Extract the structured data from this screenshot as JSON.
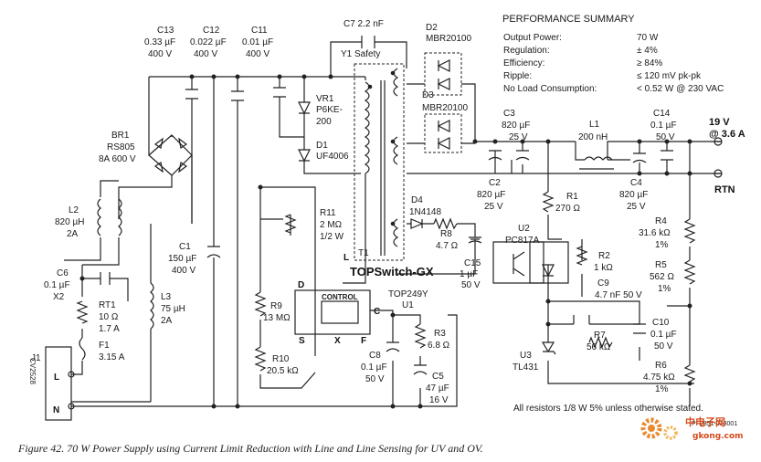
{
  "performance": {
    "title": "PERFORMANCE SUMMARY",
    "rows": [
      {
        "label": "Output Power:",
        "value": "70 W"
      },
      {
        "label": "Regulation:",
        "value": "± 4%"
      },
      {
        "label": "Efficiency:",
        "value": "≥ 84%"
      },
      {
        "label": "Ripple:",
        "value": "≤ 120 mV pk-pk"
      },
      {
        "label": "No Load Consumption:",
        "value": "< 0.52 W @ 230 VAC"
      }
    ]
  },
  "components": {
    "c13": [
      "C13",
      "0.33 µF",
      "400 V"
    ],
    "c12": [
      "C12",
      "0.022 µF",
      "400 V"
    ],
    "c11": [
      "C11",
      "0.01 µF",
      "400 V"
    ],
    "c7": [
      "C7  2.2 nF",
      "Y1 Safety"
    ],
    "d2": [
      "D2",
      "MBR20100"
    ],
    "d3": [
      "D3",
      "MBR20100"
    ],
    "vr1": [
      "VR1",
      "P6KE-",
      "200"
    ],
    "d1": [
      "D1",
      "UF4006"
    ],
    "br1": [
      "BR1",
      "RS805",
      "8A 600 V"
    ],
    "l2": [
      "L2",
      "820 µH",
      "2A"
    ],
    "r11": [
      "R11",
      "2 MΩ",
      "1/2 W"
    ],
    "c6": [
      "C6",
      "0.1 µF",
      "X2"
    ],
    "rt1": [
      "RT1",
      "10 Ω",
      "1.7 A"
    ],
    "f1": [
      "F1",
      "3.15 A"
    ],
    "c1": [
      "C1",
      "150 µF",
      "400 V"
    ],
    "l3": [
      "L3",
      "75 µH",
      "2A"
    ],
    "r9": [
      "R9",
      "13 MΩ"
    ],
    "r10": [
      "R10",
      "20.5 kΩ"
    ],
    "t1": "T1",
    "u1": [
      "TOP249Y",
      "U1"
    ],
    "topswitch": "TOPSwitch-GX",
    "control": "CONTROL",
    "c8": [
      "C8",
      "0.1 µF",
      "50 V"
    ],
    "r3": [
      "R3",
      "6.8 Ω"
    ],
    "c5": [
      "C5",
      "47 µF",
      "16 V"
    ],
    "d4": [
      "D4",
      "1N4148"
    ],
    "r8": [
      "R8",
      "4.7 Ω"
    ],
    "c15": [
      "C15",
      "1 µF",
      "50 V"
    ],
    "c3": [
      "C3",
      "820 µF",
      "25 V"
    ],
    "c2": [
      "C2",
      "820 µF",
      "25 V"
    ],
    "l1": [
      "L1",
      "200 nH"
    ],
    "c14": [
      "C14",
      "0.1 µF",
      "50 V"
    ],
    "c4": [
      "C4",
      "820 µF",
      "25 V"
    ],
    "r1": [
      "R1",
      "270 Ω"
    ],
    "u2": [
      "U2",
      "PC817A"
    ],
    "r2": [
      "R2",
      "1 kΩ"
    ],
    "c9": [
      "C9",
      "4.7 nF 50 V"
    ],
    "r7": [
      "R7",
      "56 kΩ"
    ],
    "c10": [
      "C10",
      "0.1 µF",
      "50 V"
    ],
    "u3": [
      "U3",
      "TL431"
    ],
    "r4": [
      "R4",
      "31.6 kΩ",
      "1%"
    ],
    "r5": [
      "R5",
      "562 Ω",
      "1%"
    ],
    "r6": [
      "R6",
      "4.75 kΩ",
      "1%"
    ],
    "j1": "J1",
    "ac_in": "CV2528",
    "pins": {
      "d": "D",
      "s": "S",
      "x": "X",
      "f": "F",
      "c": "C",
      "l": "L"
    }
  },
  "output": {
    "voltage": "19 V",
    "current": "@ 3.6 A",
    "return": "RTN"
  },
  "terminals": {
    "line": "L",
    "neutral": "N"
  },
  "note": "All resistors 1/8 W 5% unless otherwise stated.",
  "part_code": "PI-2851-033001",
  "watermark": {
    "line1": "中电子网",
    "line2": "gkong.com"
  },
  "caption": "Figure 42.  70 W Power Supply using Current Limit Reduction with Line and Line Sensing for UV and OV."
}
